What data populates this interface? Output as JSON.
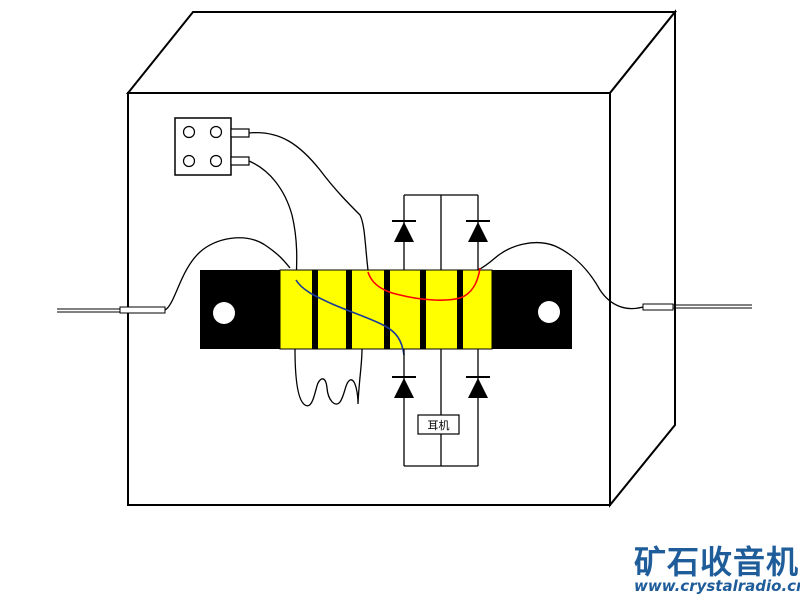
{
  "labels": {
    "earphone": "耳机"
  },
  "watermark": {
    "title": "矿石收音机",
    "url": "www.crystalradio.cn"
  },
  "colors": {
    "coil_form": "#ffff00",
    "end_caps": "#000000",
    "red_wire": "#ff0000",
    "blue_wire": "#1a3a9a",
    "brand": "#1f5c9a"
  },
  "components": [
    "box",
    "terminal-block",
    "coil",
    "diode",
    "earphone",
    "antenna-lead",
    "ground-lead"
  ]
}
